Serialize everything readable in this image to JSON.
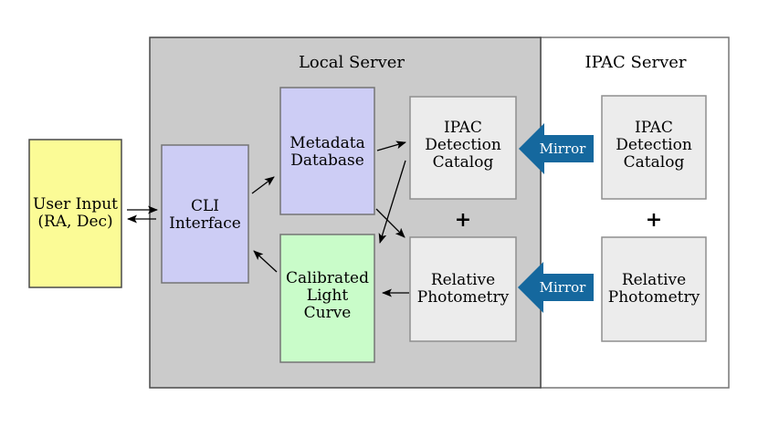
{
  "colors": {
    "local_server_bg": "#cbcbcb",
    "ipac_server_bg": "#ffffff",
    "user_input_bg": "#fbfb96",
    "lavender_bg": "#cdcdf5",
    "light_curve_bg": "#c9fcc9",
    "catalog_bg": "#ececec",
    "mirror_arrow_bg": "#15689e",
    "mirror_text": "#ffffff",
    "border_dark": "#4a4a4a",
    "border_mid": "#757575",
    "border_light": "#8f8f8f",
    "arrow_color": "#000000",
    "text_color": "#000000"
  },
  "local_server": {
    "title": "Local Server"
  },
  "ipac_server": {
    "title": "IPAC Server"
  },
  "nodes": {
    "user_input": {
      "lines": [
        "User Input",
        "(RA, Dec)"
      ]
    },
    "cli_interface": {
      "lines": [
        "CLI",
        "Interface"
      ]
    },
    "metadata_database": {
      "lines": [
        "Metadata",
        "Database"
      ]
    },
    "calibrated_light_curve": {
      "lines": [
        "Calibrated",
        "Light",
        "Curve"
      ]
    },
    "local_detection_catalog": {
      "lines": [
        "IPAC",
        "Detection",
        "Catalog"
      ]
    },
    "local_relative_photometry": {
      "lines": [
        "Relative",
        "Photometry"
      ]
    },
    "ipac_detection_catalog": {
      "lines": [
        "IPAC",
        "Detection",
        "Catalog"
      ]
    },
    "ipac_relative_photometry": {
      "lines": [
        "Relative",
        "Photometry"
      ]
    }
  },
  "operators": {
    "local_plus": "+",
    "ipac_plus": "+"
  },
  "mirror": {
    "top_label": "Mirror",
    "bottom_label": "Mirror"
  }
}
